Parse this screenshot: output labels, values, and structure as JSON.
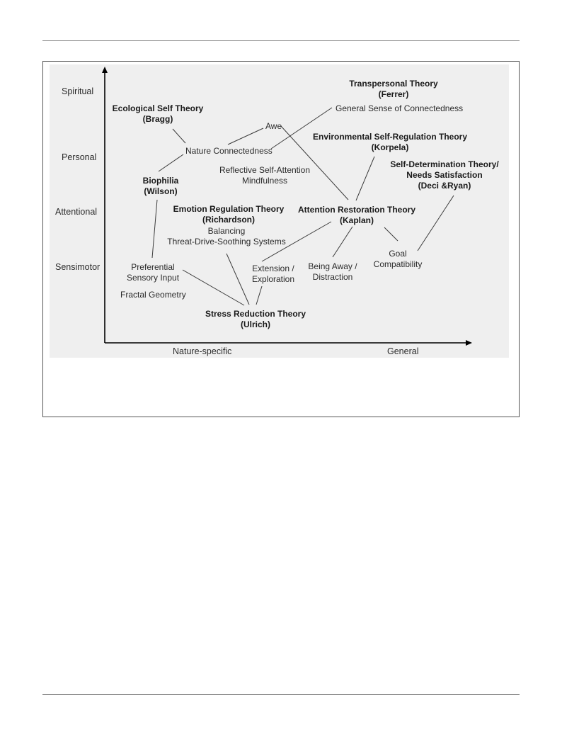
{
  "y_axis": {
    "levels": [
      "Spiritual",
      "Personal",
      "Attentional",
      "Sensimotor"
    ]
  },
  "x_axis": {
    "left_label": "Nature-specific",
    "right_label": "General"
  },
  "theories": {
    "transpersonal": {
      "name": "Transpersonal Theory",
      "author": "(Ferrer)"
    },
    "ecological_self": {
      "name": "Ecological Self Theory",
      "author": "(Bragg)"
    },
    "environmental_self_regulation": {
      "name": "Environmental Self-Regulation Theory",
      "author": "(Korpela)"
    },
    "self_determination": {
      "name_line1": "Self-Determination Theory/",
      "name_line2": "Needs Satisfaction",
      "author": "(Deci &Ryan)"
    },
    "biophilia": {
      "name": "Biophilia",
      "author": "(Wilson)"
    },
    "emotion_regulation": {
      "name": "Emotion Regulation Theory",
      "author": "(Richardson)"
    },
    "attention_restoration": {
      "name": "Attention Restoration Theory",
      "author": "(Kaplan)"
    },
    "stress_reduction": {
      "name": "Stress Reduction Theory",
      "author": "(Ulrich)"
    }
  },
  "concepts": {
    "general_connectedness": "General Sense of Connectedness",
    "awe": "Awe",
    "nature_connectedness": "Nature Connectedness",
    "reflective_self_attention": "Reflective Self-Attention",
    "mindfulness": "Mindfulness",
    "balancing": "Balancing",
    "threat_drive_soothing": "Threat-Drive-Soothing Systems",
    "preferential_line1": "Preferential",
    "preferential_line2": "Sensory Input",
    "fractal_geometry": "Fractal Geometry",
    "extension_line1": "Extension /",
    "extension_line2": "Exploration",
    "being_away_line1": "Being Away /",
    "being_away_line2": "Distraction",
    "goal_line1": "Goal",
    "goal_line2": "Compatibility"
  },
  "colors": {
    "line": "#3a3a3a",
    "panel": "#efefef",
    "text": "#2b2b2b"
  }
}
